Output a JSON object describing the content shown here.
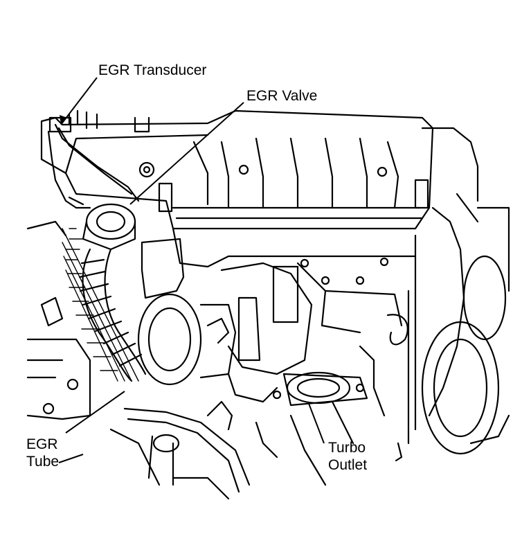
{
  "labels": {
    "egr_transducer": "EGR Transducer",
    "egr_valve": "EGR Valve",
    "egr_tube_line1": "EGR",
    "egr_tube_line2": "Tube",
    "turbo_outlet_line1": "Turbo",
    "turbo_outlet_line2": "Outlet"
  },
  "colors": {
    "ink": "#000000",
    "paper": "#ffffff"
  }
}
